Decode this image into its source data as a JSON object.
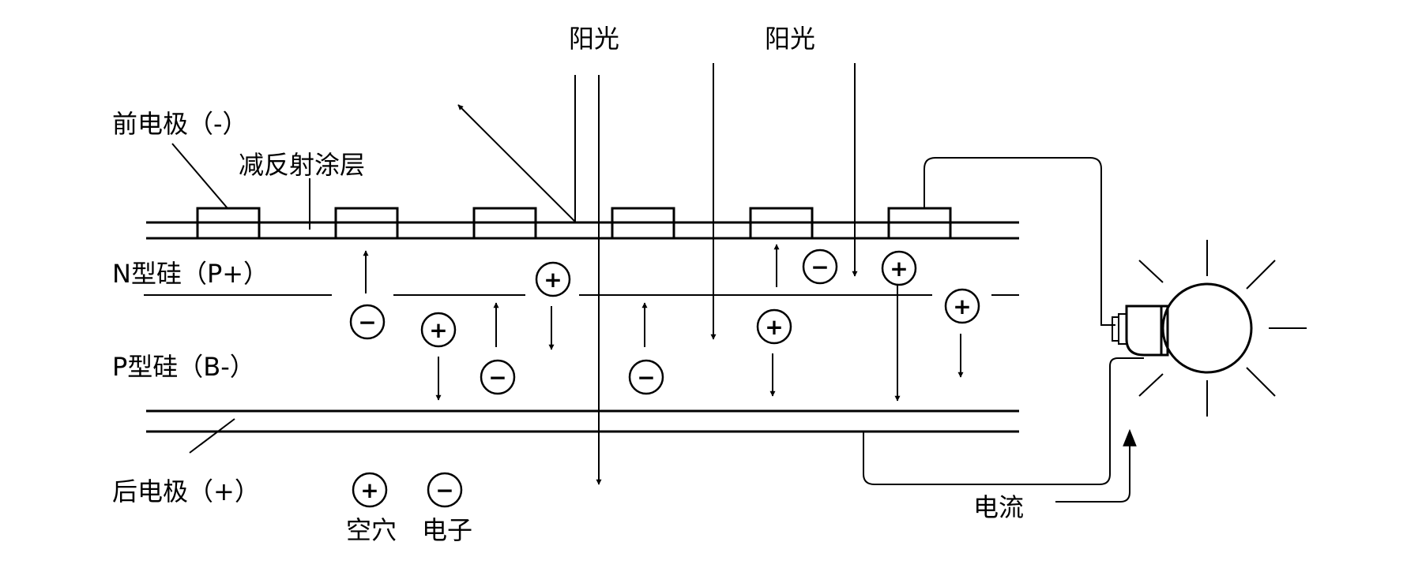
{
  "labels": {
    "sunlight_1": "阳光",
    "sunlight_2": "阳光",
    "front_electrode": "前电极（-）",
    "anti_reflection_coating": "减反射涂层",
    "n_silicon": "N型硅（P+）",
    "p_silicon": "P型硅（B-）",
    "back_electrode": "后电极（+）",
    "current": "电流"
  },
  "legend": {
    "hole_symbol": "+",
    "electron_symbol": "−",
    "hole_label": "空穴",
    "electron_label": "电子"
  },
  "carrier_symbols": {
    "hole": "+",
    "electron": "−"
  }
}
